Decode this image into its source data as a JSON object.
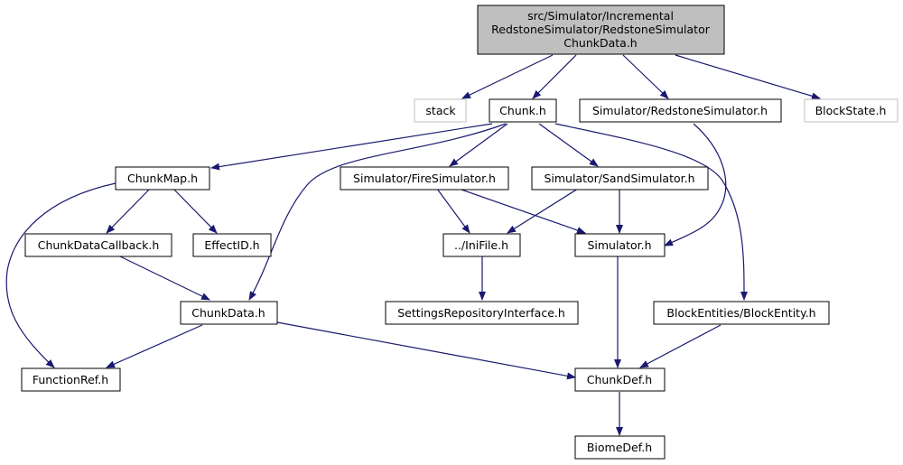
{
  "colors": {
    "edge": "#191970",
    "root_fill": "#bfbfbf",
    "node_fill": "#ffffff",
    "external_border": "#bfbfbf",
    "node_border": "#000000"
  },
  "nodes": {
    "root": {
      "lines": [
        "src/Simulator/Incremental",
        "RedstoneSimulator/RedstoneSimulator",
        "ChunkData.h"
      ]
    },
    "stack": {
      "lines": [
        "stack"
      ]
    },
    "chunk": {
      "lines": [
        "Chunk.h"
      ]
    },
    "redstone_sim": {
      "lines": [
        "Simulator/RedstoneSimulator.h"
      ]
    },
    "block_state": {
      "lines": [
        "BlockState.h"
      ]
    },
    "chunk_map": {
      "lines": [
        "ChunkMap.h"
      ]
    },
    "fire_sim": {
      "lines": [
        "Simulator/FireSimulator.h"
      ]
    },
    "sand_sim": {
      "lines": [
        "Simulator/SandSimulator.h"
      ]
    },
    "chunk_data_callback": {
      "lines": [
        "ChunkDataCallback.h"
      ]
    },
    "effect_id": {
      "lines": [
        "EffectID.h"
      ]
    },
    "ini_file": {
      "lines": [
        "../IniFile.h"
      ]
    },
    "simulator": {
      "lines": [
        "Simulator.h"
      ]
    },
    "chunk_data": {
      "lines": [
        "ChunkData.h"
      ]
    },
    "settings_repo": {
      "lines": [
        "SettingsRepositoryInterface.h"
      ]
    },
    "block_entity": {
      "lines": [
        "BlockEntities/BlockEntity.h"
      ]
    },
    "function_ref": {
      "lines": [
        "FunctionRef.h"
      ]
    },
    "chunk_def": {
      "lines": [
        "ChunkDef.h"
      ]
    },
    "biome_def": {
      "lines": [
        "BiomeDef.h"
      ]
    }
  },
  "edges": [
    [
      "root",
      "stack"
    ],
    [
      "root",
      "chunk"
    ],
    [
      "root",
      "redstone_sim"
    ],
    [
      "root",
      "block_state"
    ],
    [
      "chunk",
      "chunk_map"
    ],
    [
      "chunk",
      "fire_sim"
    ],
    [
      "chunk",
      "sand_sim"
    ],
    [
      "chunk",
      "chunk_data"
    ],
    [
      "chunk",
      "block_entity"
    ],
    [
      "redstone_sim",
      "simulator"
    ],
    [
      "chunk_map",
      "chunk_data_callback"
    ],
    [
      "chunk_map",
      "effect_id"
    ],
    [
      "chunk_map",
      "function_ref"
    ],
    [
      "fire_sim",
      "ini_file"
    ],
    [
      "fire_sim",
      "simulator"
    ],
    [
      "sand_sim",
      "ini_file"
    ],
    [
      "sand_sim",
      "simulator"
    ],
    [
      "chunk_data_callback",
      "chunk_data"
    ],
    [
      "ini_file",
      "settings_repo"
    ],
    [
      "simulator",
      "chunk_def"
    ],
    [
      "chunk_data",
      "function_ref"
    ],
    [
      "chunk_data",
      "chunk_def"
    ],
    [
      "block_entity",
      "chunk_def"
    ],
    [
      "chunk_def",
      "biome_def"
    ]
  ]
}
